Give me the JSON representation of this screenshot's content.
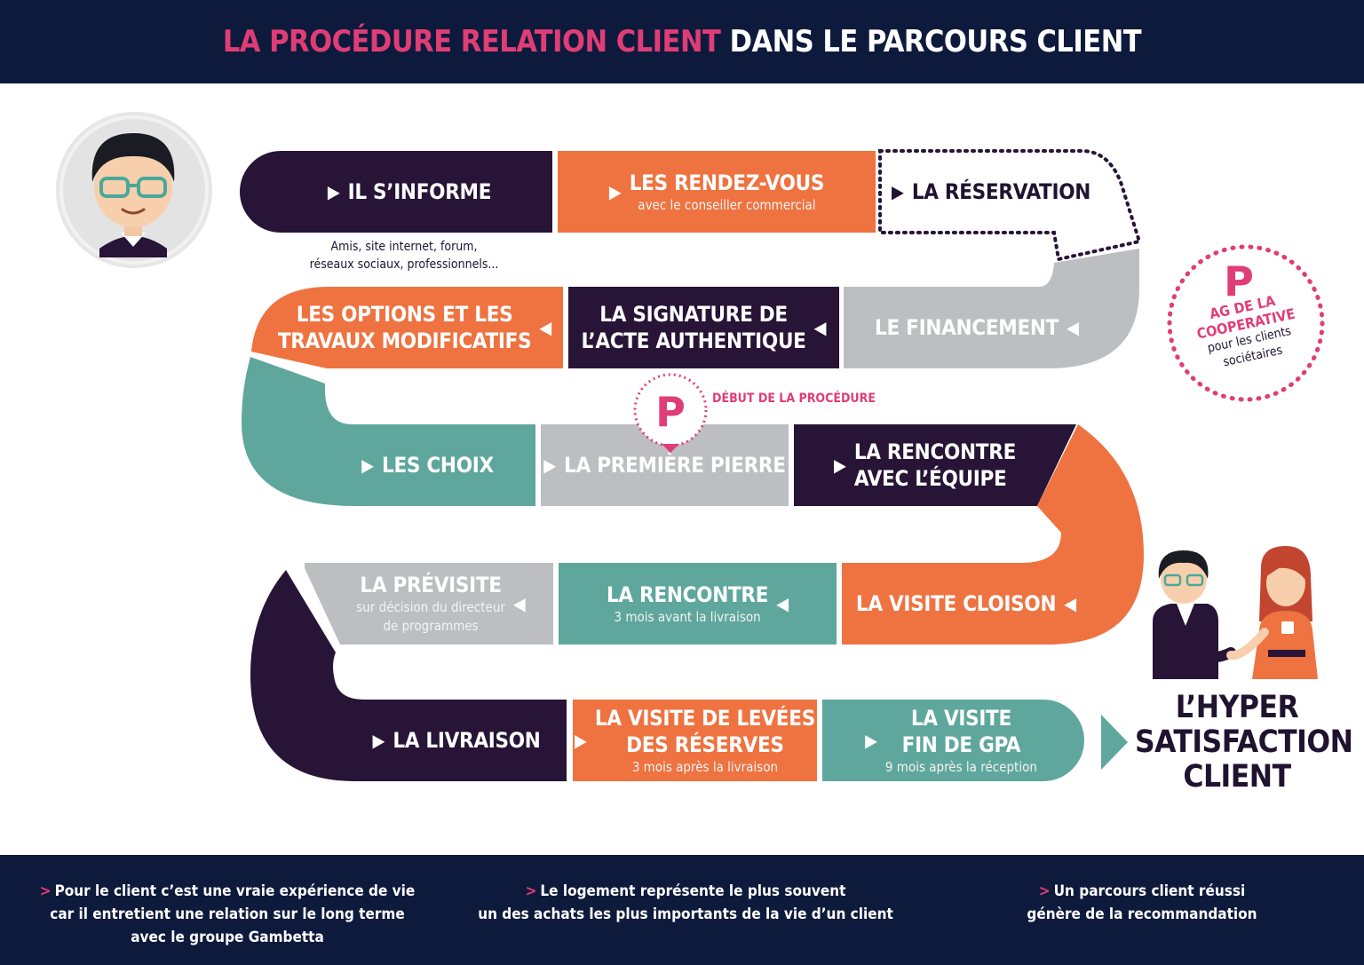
{
  "header": {
    "title_highlight": "LA PROCÉDURE RELATION CLIENT",
    "title_rest": "DANS LE PARCOURS CLIENT"
  },
  "colors": {
    "navy": "#0e1a3c",
    "pink": "#e03d77",
    "plum": "#271436",
    "orange": "#ee7340",
    "teal": "#5fa79d",
    "grey": "#bdbec1"
  },
  "steps": {
    "informe": {
      "label": "IL S’INFORME",
      "note": "Amis, site internet, forum,\nréseaux sociaux, professionnels..."
    },
    "rendezvous": {
      "label": "LES RENDEZ-VOUS",
      "sub": "avec le conseiller commercial"
    },
    "reservation": {
      "label": "LA RÉSERVATION"
    },
    "financement": {
      "label": "LE FINANCEMENT"
    },
    "signature": {
      "label": "LA SIGNATURE DE\nL’ACTE AUTHENTIQUE"
    },
    "options": {
      "label": "LES OPTIONS ET LES\nTRAVAUX MODIFICATIFS"
    },
    "choix": {
      "label": "LES CHOIX"
    },
    "pierre": {
      "label": "LA PREMIÈRE PIERRE"
    },
    "rencontre_equipe": {
      "label": "LA RENCONTRE\nAVEC L’ÉQUIPE"
    },
    "visite_cloison": {
      "label": "LA VISITE CLOISON"
    },
    "rencontre": {
      "label": "LA RENCONTRE",
      "sub": "3 mois avant la livraison"
    },
    "previsite": {
      "label": "LA PRÉVISITE",
      "sub": "sur décision du directeur\nde programmes"
    },
    "livraison": {
      "label": "LA LIVRAISON"
    },
    "levees": {
      "label": "LA VISITE DE LEVÉES\nDES RÉSERVES",
      "sub": "3 mois après la livraison"
    },
    "gpa": {
      "label": "LA VISITE\nFIN DE GPA",
      "sub": "9 mois après la réception"
    }
  },
  "markers": {
    "p_letter": "P",
    "debut": "DÉBUT DE LA PROCÉDURE",
    "ag_title": "AG DE LA\nCOOPERATIVE",
    "ag_sub": "pour les clients\nsociétaires"
  },
  "outcome": "L’HYPER\nSATISFACTION\nCLIENT",
  "footer": {
    "note1": "Pour le client c’est une vraie expérience de vie\ncar il entretient une relation sur le long terme\navec le groupe Gambetta",
    "note2": "Le logement représente le plus souvent\nun des achats les plus importants de la vie d’un client",
    "note3": "Un parcours client réussi\ngénère de la recommandation",
    "marker": ">"
  },
  "icons": {
    "right": "▶",
    "left": "◀"
  }
}
